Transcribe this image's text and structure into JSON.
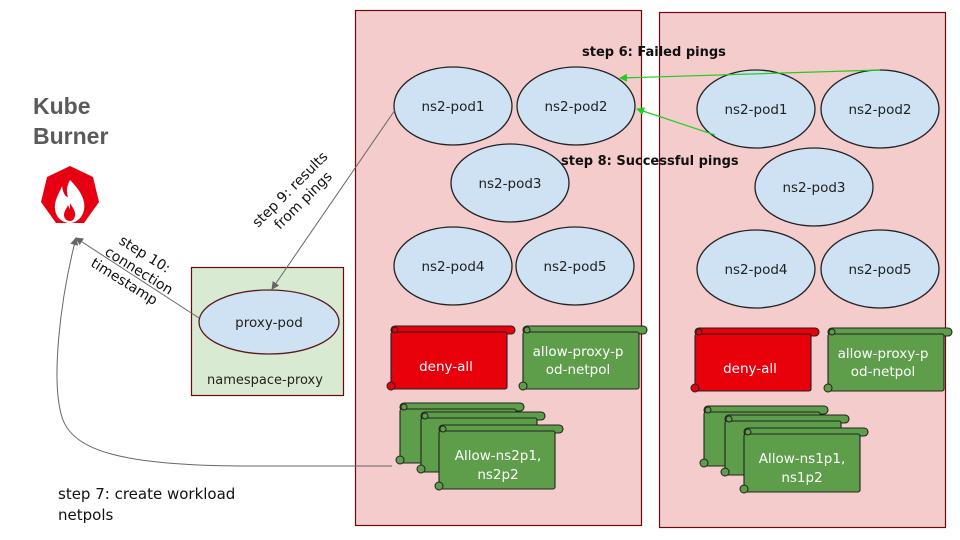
{
  "brand": {
    "line1": "Kube",
    "line2": "Burner",
    "icon": "kube-burner-flame-icon"
  },
  "colors": {
    "namespace_fill": "#f4cccc",
    "namespace_border": "#6b0a0a",
    "pod_fill": "#cfe2f3",
    "proxy_ns_fill": "#d9ead3",
    "deny_policy": "#e8000b",
    "allow_policy": "#5e9e4a",
    "green_arrow": "#22cc22",
    "grey_arrow": "#666666",
    "brand_red": "#e60012"
  },
  "proxy_namespace": {
    "label": "namespace-proxy",
    "pod": "proxy-pod"
  },
  "namespaces": [
    {
      "pods": [
        "ns2-pod1",
        "ns2-pod2",
        "ns2-pod3",
        "ns2-pod4",
        "ns2-pod5"
      ],
      "deny_policy": "deny-all",
      "allow_proxy_policy": [
        "allow-proxy-p",
        "od-netpol"
      ],
      "workload_policy": [
        "Allow-ns2p1,",
        "ns2p2"
      ]
    },
    {
      "pods": [
        "ns2-pod1",
        "ns2-pod2",
        "ns2-pod3",
        "ns2-pod4",
        "ns2-pod5"
      ],
      "deny_policy": "deny-all",
      "allow_proxy_policy": [
        "allow-proxy-p",
        "od-netpol"
      ],
      "workload_policy": [
        "Allow-ns1p1,",
        "ns1p2"
      ]
    }
  ],
  "steps": {
    "step6": "step 6: Failed  pings",
    "step7": [
      "step 7: create workload",
      "netpols"
    ],
    "step8": "step 8: Successful pings",
    "step9": [
      "step 9: results",
      "from pings"
    ],
    "step10": [
      "step 10:",
      "connection",
      "timestamp"
    ]
  }
}
